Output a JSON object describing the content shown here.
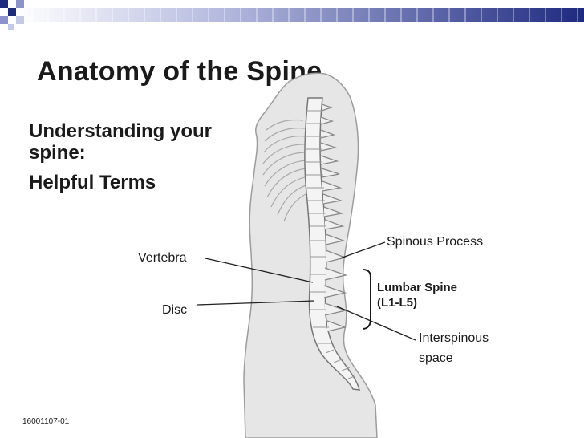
{
  "title": "Anatomy of the Spine",
  "bullets": [
    "Understanding your spine:",
    "Helpful Terms"
  ],
  "labels": {
    "spinous_process": "Spinous Process",
    "vertebra": "Vertebra",
    "disc": "Disc",
    "lumbar_spine_line1": "Lumbar Spine",
    "lumbar_spine_line2": "(L1-L5)",
    "interspinous_line1": "Interspinous",
    "interspinous_line2": "space"
  },
  "figure_code": "16001107-01",
  "colors": {
    "header_dark": "#1e2a80",
    "header_light": "#8b92cc",
    "body_fill": "#e6e6e6",
    "spine_fill": "#f4f4f4"
  }
}
